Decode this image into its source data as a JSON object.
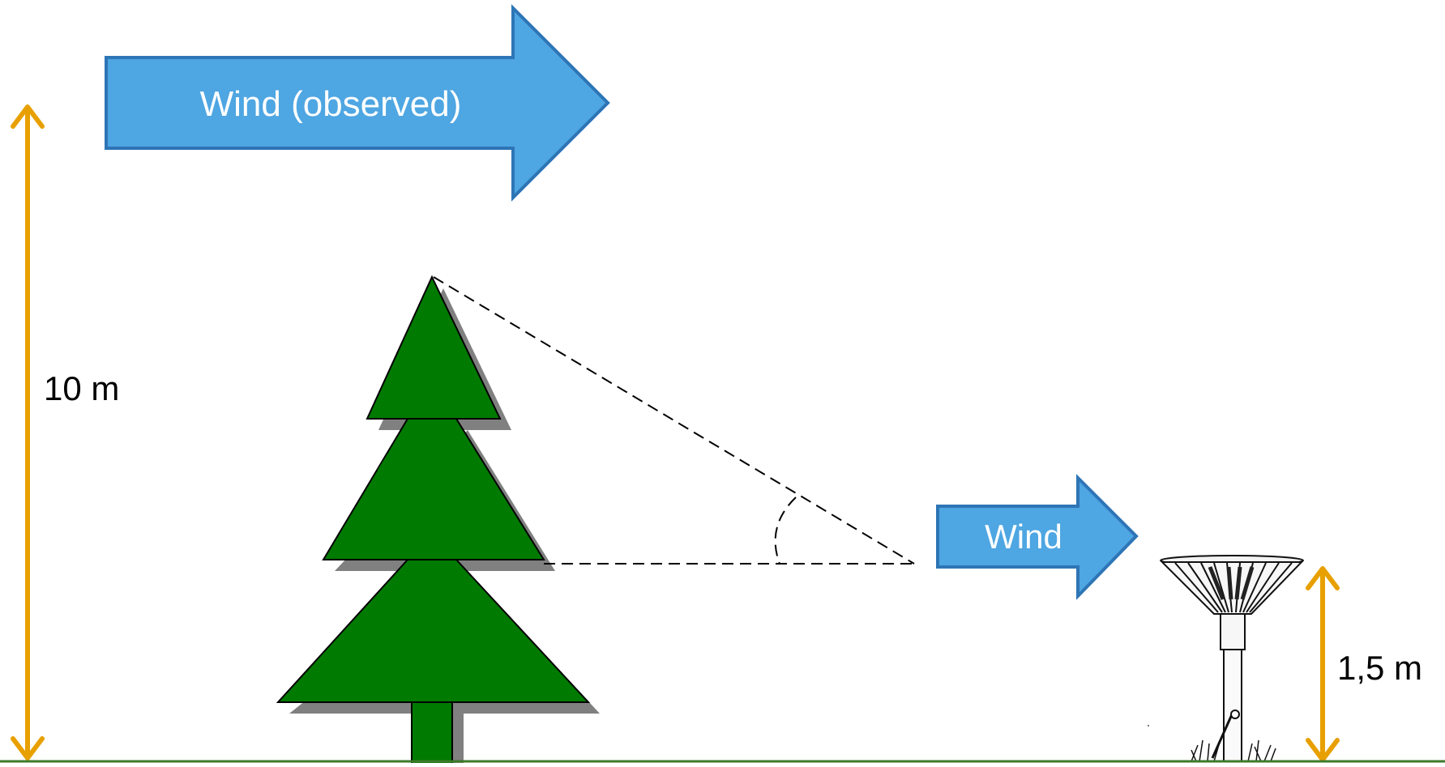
{
  "labels": {
    "wind_observed": "Wind (observed)",
    "wind_local": "Wind",
    "height_observation": "10 m",
    "height_gauge": "1,5 m"
  },
  "colors": {
    "arrow_fill": "#4ea6e2",
    "arrow_stroke": "#2e75b6",
    "tree_fill": "#007a00",
    "tree_shadow": "#808080",
    "dimension_arrow": "#e8a000",
    "ground": "#3d7a2a"
  },
  "icons": {
    "tree": "conifer-tree-icon",
    "gauge": "rain-gauge-icon"
  }
}
